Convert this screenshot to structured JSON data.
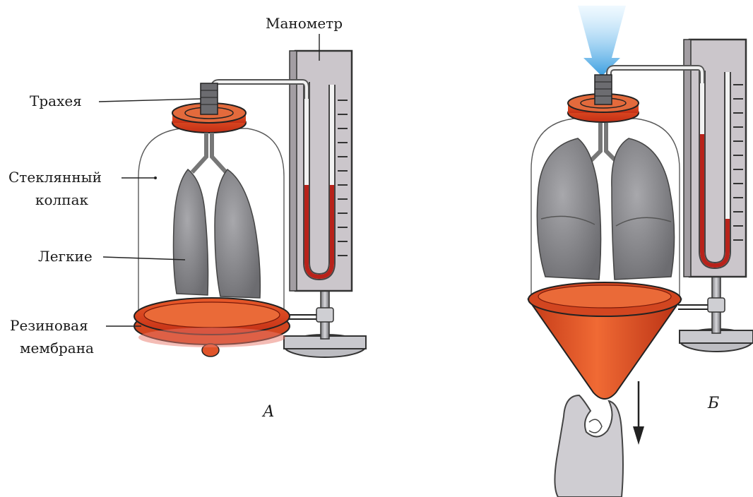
{
  "labels": {
    "manometer": "Манометр",
    "trachea": "Трахея",
    "bell_jar_line1": "Стеклянный",
    "bell_jar_line2": "колпак",
    "lungs": "Легкие",
    "membrane_line1": "Резиновая",
    "membrane_line2": "мембрана"
  },
  "captions": {
    "left": "А",
    "right": "Б"
  },
  "colors": {
    "membrane": "#d9401c",
    "mercury": "#b8221a",
    "lung": "#8e8e92",
    "scale_panel": "#c8c4c8",
    "airflow": "#4aaee6"
  }
}
